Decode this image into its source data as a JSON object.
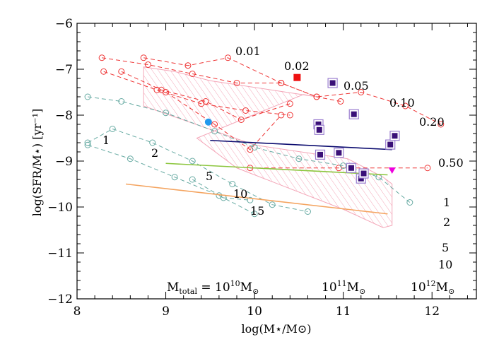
{
  "chart_data": {
    "type": "line",
    "title": "",
    "xlabel": "log(M⋆/M⊙)",
    "ylabel": "log(SFR/M⋆) [yr⁻¹]",
    "xlim": [
      8,
      12.5
    ],
    "ylim": [
      -12,
      -6
    ],
    "xticks": [
      "8",
      "9",
      "10",
      "11",
      "12"
    ],
    "yticks": [
      "−6",
      "−7",
      "−8",
      "−9",
      "−10",
      "−11",
      "−12"
    ],
    "colors": {
      "red_tracks": "#ee3333",
      "teal_tracks": "#66aaa2",
      "hatch": "#f4a6b8",
      "navy_line": "#0a0a6e",
      "green_line": "#8cc63e",
      "orange_line": "#f4a460",
      "red_square": "#ee1111",
      "blue_dot": "#2299ee",
      "magenta_triangle": "#ee00dd",
      "purple_square": "#3a1078",
      "purple_outline": "#9b7fd0"
    },
    "tracks": [
      {
        "group": "red",
        "label": "0.01",
        "points": [
          [
            8.75,
            -6.75
          ],
          [
            9.25,
            -6.92
          ],
          [
            9.7,
            -6.75
          ],
          [
            10.3,
            -7.3
          ],
          [
            10.7,
            -7.6
          ],
          [
            11.2,
            -7.5
          ],
          [
            11.7,
            -7.8
          ],
          [
            12.1,
            -8.2
          ]
        ]
      },
      {
        "group": "red",
        "label": "0.02",
        "points": [
          [
            8.28,
            -6.75
          ],
          [
            8.8,
            -6.9
          ],
          [
            9.3,
            -7.1
          ],
          [
            9.8,
            -7.3
          ],
          [
            10.3,
            -7.3
          ],
          [
            10.7,
            -7.6
          ],
          [
            10.97,
            -7.7
          ]
        ]
      },
      {
        "group": "red",
        "label": "0.05",
        "points": [
          [
            8.3,
            -7.05
          ],
          [
            8.9,
            -7.45
          ],
          [
            9.4,
            -7.75
          ],
          [
            9.9,
            -7.9
          ],
          [
            10.4,
            -8.0
          ]
        ]
      },
      {
        "group": "red",
        "label": "0.10",
        "points": [
          [
            8.5,
            -7.05
          ],
          [
            8.95,
            -7.45
          ],
          [
            9.45,
            -7.7
          ],
          [
            9.85,
            -8.1
          ],
          [
            10.4,
            -7.75
          ]
        ]
      },
      {
        "group": "red",
        "label": "0.20",
        "points": [
          [
            9.0,
            -7.5
          ],
          [
            9.55,
            -8.2
          ],
          [
            9.95,
            -8.75
          ],
          [
            10.3,
            -8.0
          ]
        ]
      },
      {
        "group": "red",
        "label": "0.50",
        "points": [
          [
            9.95,
            -9.15
          ],
          [
            10.95,
            -9.15
          ],
          [
            11.95,
            -9.15
          ]
        ]
      },
      {
        "group": "teal",
        "label": "1",
        "points": [
          [
            8.12,
            -7.6
          ],
          [
            8.5,
            -7.7
          ],
          [
            9.0,
            -7.95
          ],
          [
            9.55,
            -8.35
          ],
          [
            10.0,
            -8.7
          ],
          [
            10.5,
            -8.95
          ],
          [
            11.0,
            -9.1
          ],
          [
            11.4,
            -9.35
          ],
          [
            11.75,
            -9.9
          ]
        ]
      },
      {
        "group": "teal",
        "label": "2",
        "points": [
          [
            8.12,
            -8.6
          ],
          [
            8.4,
            -8.3
          ],
          [
            8.85,
            -8.6
          ],
          [
            9.3,
            -9.0
          ],
          [
            9.75,
            -9.5
          ],
          [
            10.2,
            -9.95
          ],
          [
            10.6,
            -10.1
          ]
        ]
      },
      {
        "group": "teal",
        "label": "5",
        "points": [
          [
            8.12,
            -8.65
          ],
          [
            8.6,
            -8.95
          ],
          [
            9.1,
            -9.35
          ],
          [
            9.6,
            -9.75
          ],
          [
            10.0,
            -10.15
          ]
        ]
      },
      {
        "group": "teal",
        "label": "10",
        "points": [
          [
            9.3,
            -9.4
          ],
          [
            9.65,
            -9.8
          ],
          [
            9.95,
            -9.85
          ]
        ]
      }
    ],
    "labels": {
      "curve_labels": [
        "0.01",
        "0.02",
        "0.05",
        "0.10",
        "0.20",
        "0.50"
      ],
      "left_labels": [
        "1",
        "2",
        "5",
        "10",
        "15"
      ],
      "right_labels": [
        "1",
        "2",
        "5",
        "10"
      ],
      "mass_labels": [
        "M",
        "total",
        " = 10",
        "10",
        "M",
        "⊙",
        "10",
        "11",
        "M",
        "⊙",
        "10",
        "12",
        "M",
        "⊙"
      ]
    },
    "series": [
      {
        "kind": "line",
        "points": [
          [
            9.5,
            -8.55
          ],
          [
            11.55,
            -8.75
          ]
        ]
      },
      {
        "kind": "line",
        "points": [
          [
            9.0,
            -9.05
          ],
          [
            11.5,
            -9.3
          ]
        ]
      },
      {
        "kind": "line",
        "points": [
          [
            8.55,
            -9.5
          ],
          [
            11.5,
            -10.15
          ]
        ]
      }
    ],
    "points": {
      "red_square": [
        [
          10.48,
          -7.18
        ]
      ],
      "blue_dot": [
        [
          9.48,
          -8.15
        ]
      ],
      "magenta_triangle": [
        [
          11.55,
          -9.2
        ]
      ],
      "purple_squares": [
        [
          10.88,
          -7.3
        ],
        [
          10.72,
          -8.2
        ],
        [
          10.73,
          -8.32
        ],
        [
          10.74,
          -8.86
        ],
        [
          11.12,
          -7.98
        ],
        [
          10.95,
          -8.82
        ],
        [
          11.09,
          -9.15
        ],
        [
          11.2,
          -9.38
        ],
        [
          11.23,
          -9.27
        ],
        [
          11.53,
          -8.64
        ],
        [
          11.58,
          -8.45
        ]
      ]
    }
  }
}
